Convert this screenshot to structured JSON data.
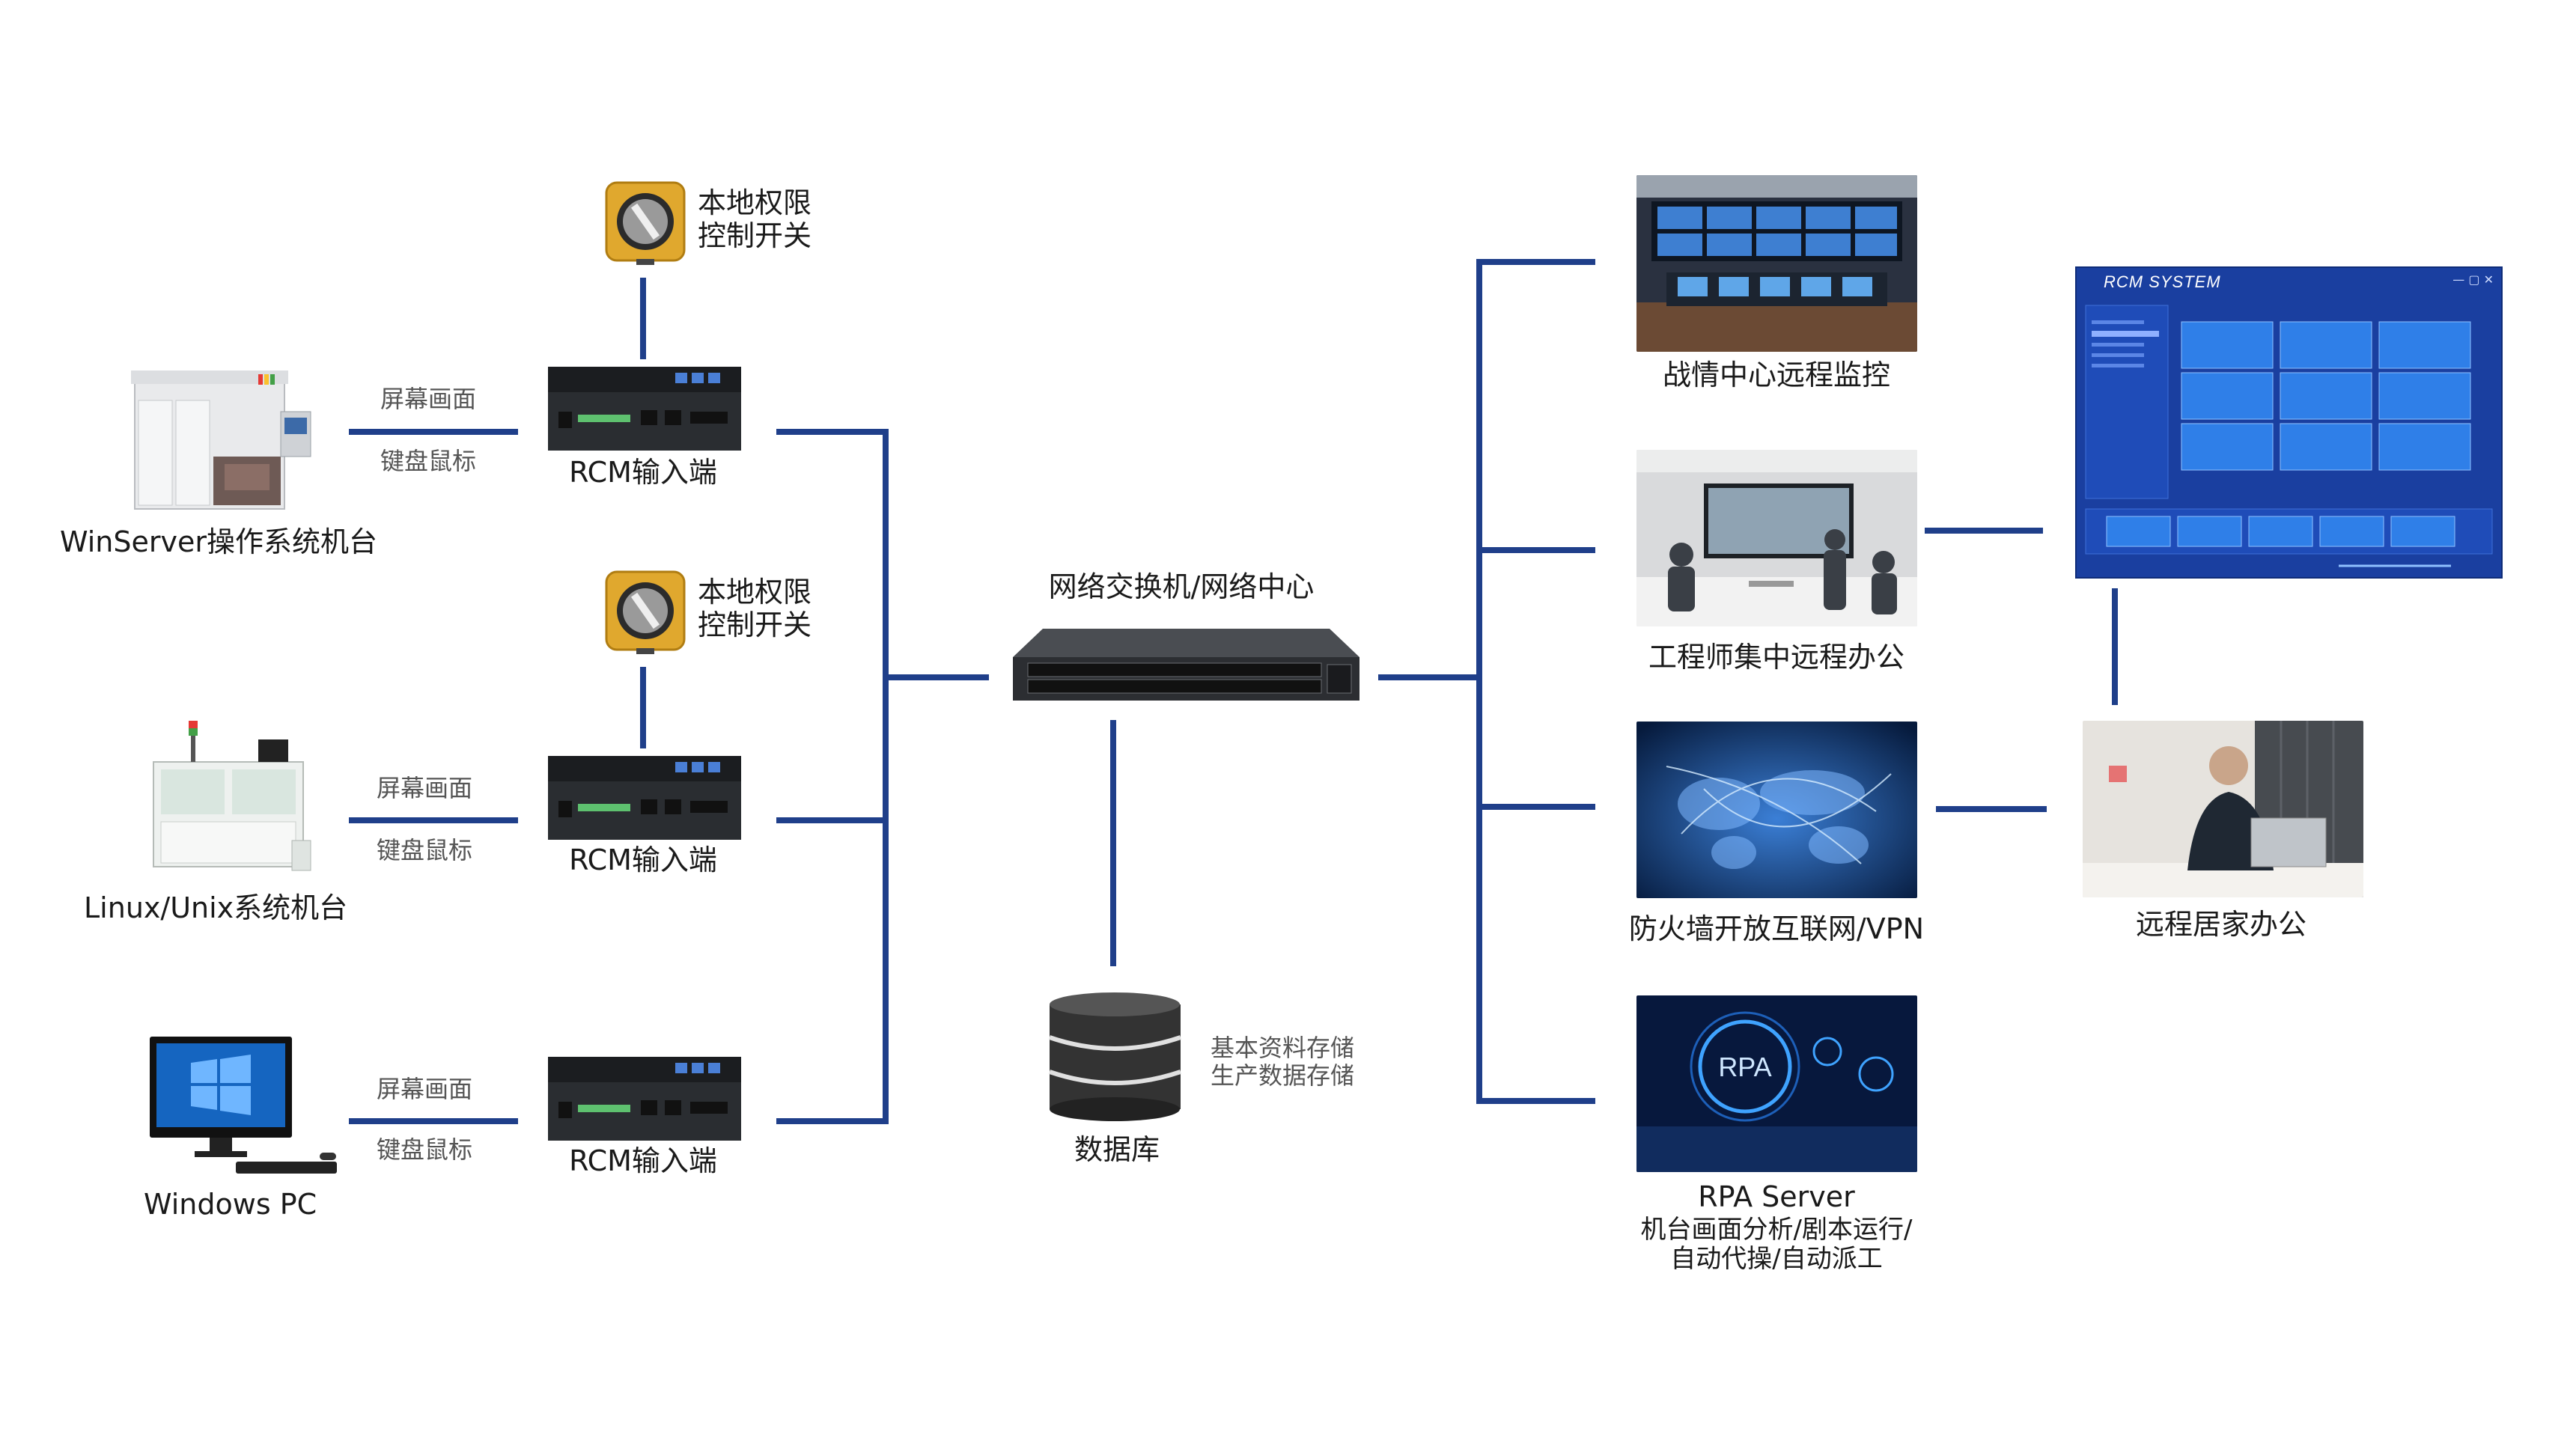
{
  "colors": {
    "wire": "#1f3f8a",
    "signal_text": "#555555",
    "panel": "#1a3fa0"
  },
  "sources": [
    {
      "name": "WinServer操作系统机台",
      "icon": "industrial-machine-icon"
    },
    {
      "name": "Linux/Unix系统机台",
      "icon": "inspection-machine-icon"
    },
    {
      "name": "Windows PC",
      "icon": "desktop-pc-icon"
    }
  ],
  "signals": {
    "screen": "屏幕画面",
    "keyboard": "键盘鼠标"
  },
  "rcm_input": "RCM输入端",
  "key_switch": {
    "line1": "本地权限",
    "line2": "控制开关"
  },
  "switch": {
    "label": "网络交换机/网络中心"
  },
  "database": {
    "label": "数据库",
    "note1": "基本资料存储",
    "note2": "生产数据存储"
  },
  "outputs": [
    {
      "label": "战情中心远程监控",
      "icon": "control-room-icon"
    },
    {
      "label": "工程师集中远程办公",
      "icon": "meeting-room-icon"
    },
    {
      "label": "防火墙开放互联网/VPN",
      "icon": "global-network-icon"
    },
    {
      "label": "RPA Server",
      "sub1": "机台画面分析/剧本运行/",
      "sub2": "自动代操/自动派工",
      "icon": "rpa-icon"
    }
  ],
  "rcm_system": {
    "title": "RCM SYSTEM",
    "rpa_badge": "RPA"
  },
  "remote_home": {
    "label": "远程居家办公"
  }
}
